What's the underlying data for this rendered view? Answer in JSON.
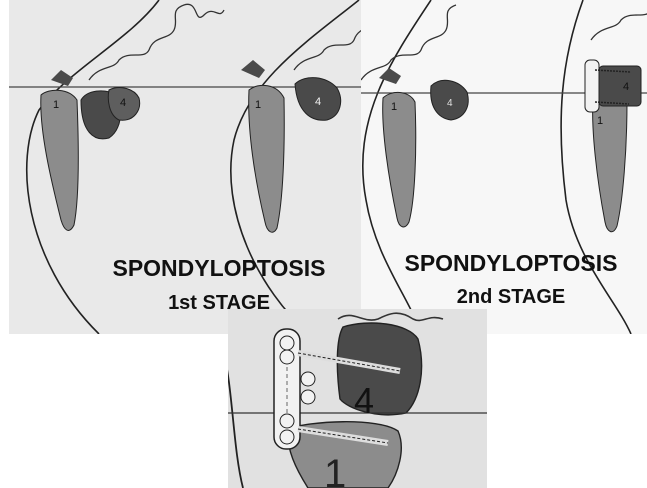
{
  "left_panel": {
    "caption_line1": "SPONDYLOPTOSIS",
    "caption_line2": "1st STAGE",
    "vertebra_labels": [
      "1",
      "4",
      "1",
      "4"
    ]
  },
  "right_panel": {
    "caption_line1": "SPONDYLOPTOSIS",
    "caption_line2": "2nd STAGE",
    "vertebra_labels": [
      "1",
      "4",
      "4",
      "1"
    ]
  },
  "inset": {
    "vertebra_labels": [
      "4",
      "1"
    ]
  },
  "colors": {
    "vertebra_light": "#8c8c8c",
    "vertebra_dark": "#4a4a4a",
    "plate": "#f2f2f2",
    "line": "#222222"
  }
}
